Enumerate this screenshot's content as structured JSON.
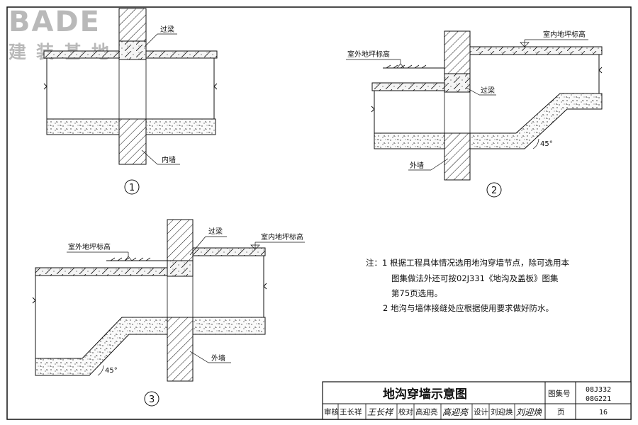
{
  "logo": {
    "brand": "BADE",
    "subtitle": "建装基地"
  },
  "detail1": {
    "number": "1",
    "label_lintel": "过梁",
    "label_inner_wall": "内墙"
  },
  "detail2": {
    "number": "2",
    "label_indoor": "室内地坪标高",
    "label_outdoor": "室外地坪标高",
    "label_lintel": "过梁",
    "label_outer_wall": "外墙",
    "angle": "45°"
  },
  "detail3": {
    "number": "3",
    "label_indoor": "室内地坪标高",
    "label_outdoor": "室外地坪标高",
    "label_lintel": "过梁",
    "label_outer_wall": "外墙",
    "angle": "45°"
  },
  "notes": [
    "注：1  根据工程具体情况选用地沟穿墙节点，除可选用本",
    "图集做法外还可按02J331《地沟及盖板》图集",
    "第75页选用。",
    "2  地沟与墙体接缝处应根据使用要求做好防水。"
  ],
  "title_block": {
    "title": "地沟穿墙示意图",
    "atlas_label": "图集号",
    "atlas_numbers": [
      "08J332",
      "08G221"
    ],
    "review_label": "审核",
    "review_name": "王长祥",
    "check_label": "校对",
    "check_name": "高迎亮",
    "design_label": "设计",
    "design_name": "刘迎焕",
    "page_label": "页",
    "page_number": "16",
    "signature_review": "王长祥",
    "signature_check": "高迎亮",
    "signature_design": "刘迎焕"
  }
}
